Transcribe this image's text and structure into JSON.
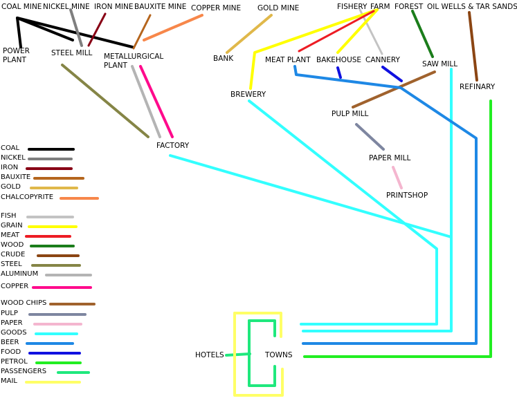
{
  "nodes": {
    "coal_mine": "COAL MINE",
    "nickel_mine": "NICKEL MINE",
    "iron_mine": "IRON MINE",
    "bauxite_mine": "BAUXITE MINE",
    "copper_mine": "COPPER MINE",
    "gold_mine": "GOLD MINE",
    "fishery": "FISHERY",
    "farm": "FARM",
    "forest": "FOREST",
    "oil_wells": "OIL WELLS & TAR SANDS",
    "power_plant": "POWER PLANT",
    "steel_mill": "STEEL MILL",
    "metallurgical_plant": "METALLURGICAL PLANT",
    "bank": "BANK",
    "meat_plant": "MEAT PLANT",
    "bakehouse": "BAKEHOUSE",
    "cannery": "CANNERY",
    "saw_mill": "SAW MILL",
    "refinary": "REFINARY",
    "brewery": "BREWERY",
    "pulp_mill": "PULP MILL",
    "factory": "FACTORY",
    "paper_mill": "PAPER MILL",
    "printshop": "PRINTSHOP",
    "hotels": "HOTELS",
    "towns": "TOWNS"
  },
  "legend": [
    {
      "label": "COAL",
      "color": "#000000"
    },
    {
      "label": "NICKEL",
      "color": "#7f7f7f"
    },
    {
      "label": "IRON",
      "color": "#880015"
    },
    {
      "label": "BAUXITE",
      "color": "#b5651d"
    },
    {
      "label": "GOLD",
      "color": "#e0b84a"
    },
    {
      "label": "CHALCOPYRITE",
      "color": "#f7874a"
    },
    {
      "label": "FISH",
      "color": "#c3c3c3"
    },
    {
      "label": "GRAIN",
      "color": "#ffff00"
    },
    {
      "label": "MEAT",
      "color": "#ed1c24"
    },
    {
      "label": "WOOD",
      "color": "#1b7d1b"
    },
    {
      "label": "CRUDE",
      "color": "#8b4513"
    },
    {
      "label": "STEEL",
      "color": "#858546"
    },
    {
      "label": "ALUMINUM",
      "color": "#b4b4b4"
    },
    {
      "label": "COPPER",
      "color": "#ff0a8c"
    },
    {
      "label": "WOOD CHIPS",
      "color": "#a0622d"
    },
    {
      "label": "PULP",
      "color": "#7e86a0"
    },
    {
      "label": "PAPER",
      "color": "#f4b6cf"
    },
    {
      "label": "GOODS",
      "color": "#33ffff"
    },
    {
      "label": "BEER",
      "color": "#1e88e5"
    },
    {
      "label": "FOOD",
      "color": "#1010e0"
    },
    {
      "label": "PETROL",
      "color": "#22ee22"
    },
    {
      "label": "PASSENGERS",
      "color": "#1fe87d"
    },
    {
      "label": "MAIL",
      "color": "#ffff66"
    }
  ],
  "links": [
    {
      "from": "coal_mine",
      "to": "power_plant",
      "color": "#000000"
    },
    {
      "from": "coal_mine",
      "to": "steel_mill",
      "color": "#000000"
    },
    {
      "from": "coal_mine",
      "to": "metallurgical_plant",
      "color": "#000000"
    },
    {
      "from": "nickel_mine",
      "to": "steel_mill",
      "color": "#7f7f7f"
    },
    {
      "from": "iron_mine",
      "to": "steel_mill",
      "color": "#880015"
    },
    {
      "from": "bauxite_mine",
      "to": "metallurgical_plant",
      "color": "#b5651d"
    },
    {
      "from": "copper_mine",
      "to": "metallurgical_plant",
      "color": "#f7874a"
    },
    {
      "from": "gold_mine",
      "to": "bank",
      "color": "#e0b84a"
    },
    {
      "from": "fishery",
      "to": "cannery",
      "color": "#c3c3c3"
    },
    {
      "from": "farm",
      "to": "brewery",
      "color": "#ffff00"
    },
    {
      "from": "farm",
      "to": "bakehouse",
      "color": "#ffff00"
    },
    {
      "from": "farm",
      "to": "meat_plant",
      "color": "#ed1c24"
    },
    {
      "from": "forest",
      "to": "saw_mill",
      "color": "#1b7d1b"
    },
    {
      "from": "oil_wells",
      "to": "refinary",
      "color": "#8b4513"
    },
    {
      "from": "steel_mill",
      "to": "factory",
      "color": "#858546"
    },
    {
      "from": "metallurgical_plant",
      "to": "factory",
      "color": "#b4b4b4"
    },
    {
      "from": "metallurgical_plant",
      "to": "factory",
      "color": "#ff0a8c"
    },
    {
      "from": "saw_mill",
      "to": "pulp_mill",
      "color": "#a0622d"
    },
    {
      "from": "pulp_mill",
      "to": "paper_mill",
      "color": "#7e86a0"
    },
    {
      "from": "paper_mill",
      "to": "printshop",
      "color": "#f4b6cf"
    },
    {
      "from": "factory",
      "to": "towns",
      "color": "#33ffff"
    },
    {
      "from": "saw_mill",
      "to": "towns",
      "color": "#33ffff"
    },
    {
      "from": "brewery",
      "to": "towns",
      "color": "#1e88e5"
    },
    {
      "from": "meat_plant",
      "to": "towns",
      "color": "#1010e0"
    },
    {
      "from": "bakehouse",
      "to": "towns",
      "color": "#1010e0"
    },
    {
      "from": "cannery",
      "to": "towns",
      "color": "#1010e0"
    },
    {
      "from": "refinary",
      "to": "towns",
      "color": "#22ee22"
    },
    {
      "from": "hotels",
      "to": "towns",
      "color": "#1fe87d"
    },
    {
      "from": "towns",
      "to": "towns",
      "color": "#ffff66"
    }
  ]
}
